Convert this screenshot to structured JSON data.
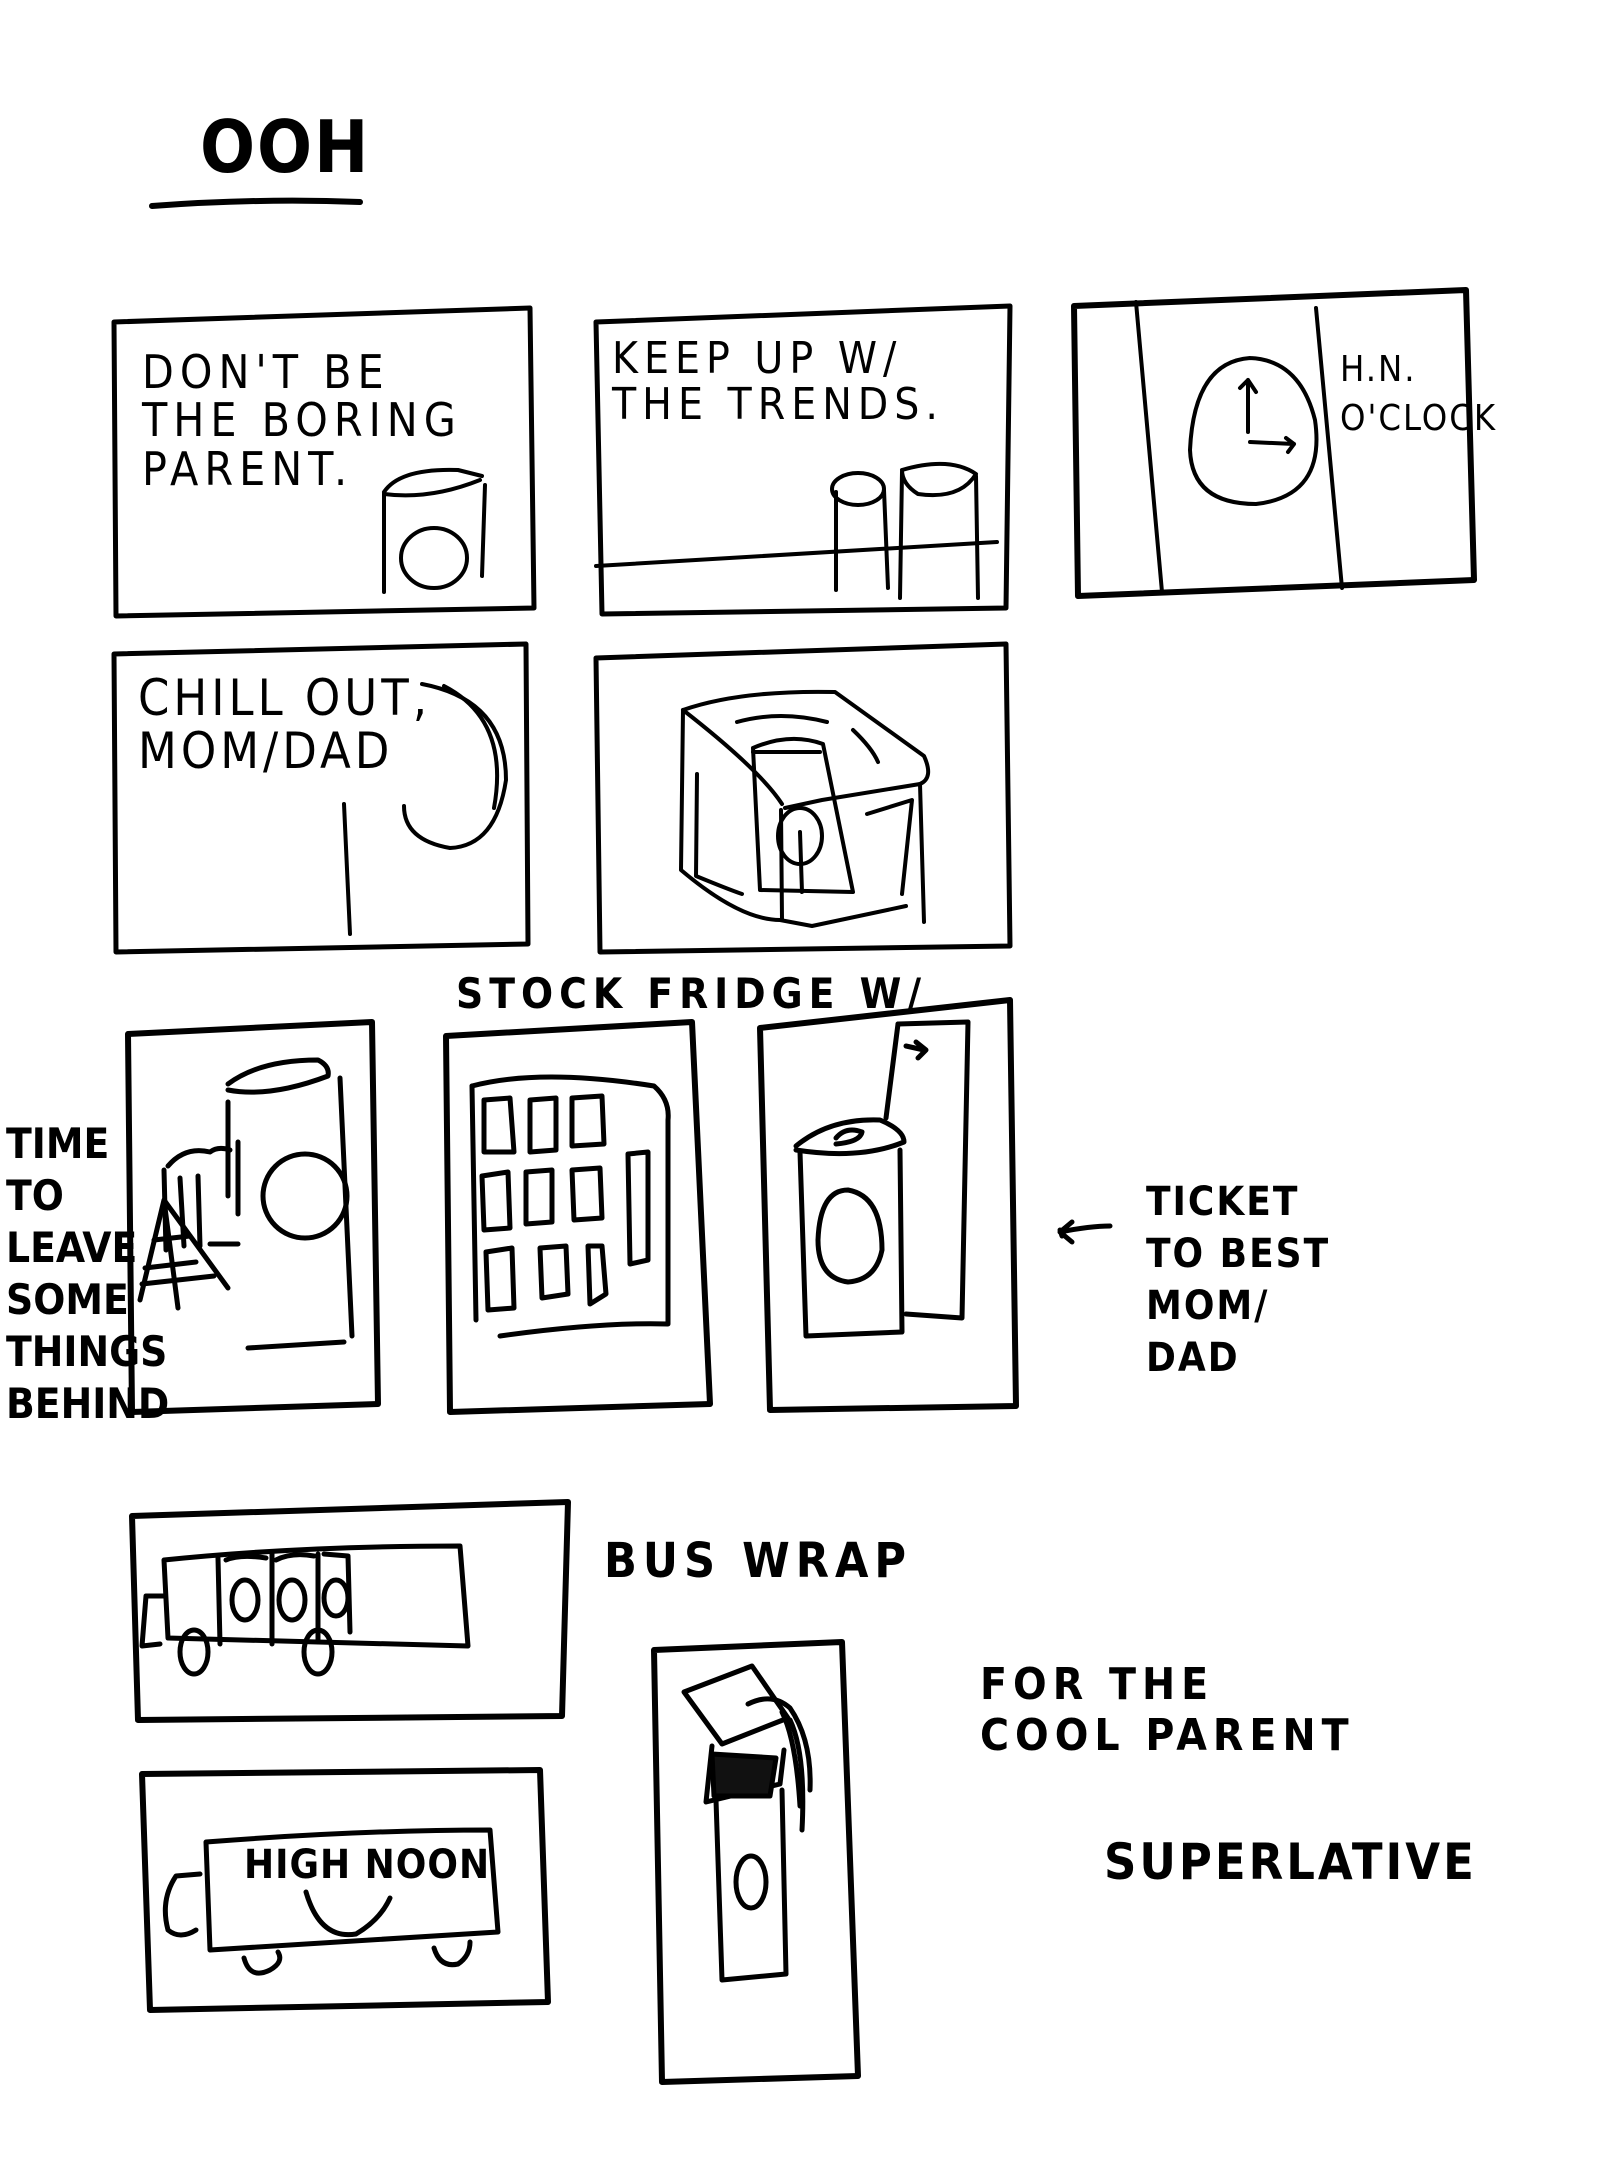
{
  "title": "OOH",
  "panels": {
    "p1": {
      "text": "DON'T BE\nTHE BORING\nPARENT.",
      "icon": "can-icon"
    },
    "p2": {
      "text": "KEEP UP W/\nTHE TRENDS.",
      "icon": "two-cans-on-table-icon"
    },
    "p3": {
      "text": "H.N.\nO'CLOCK",
      "icon": "clock-icon"
    },
    "p4": {
      "text": "CHILL OUT,\nMOM/DAD",
      "icon": "can-partial-icon"
    },
    "p5": {
      "text": "",
      "icon": "ice-cube-can-icon"
    },
    "p6": {
      "side_label": "TIME\nTO\nLEAVE\nSOME\nTHINGS\nBEHIND",
      "icon": "eiffel-tower-cans-icon"
    },
    "p7": {
      "header": "STOCK FRIDGE W/",
      "icon": "fridge-grid-icon"
    },
    "p8": {
      "side_label": "TICKET\nTO BEST\nMOM/\nDAD",
      "arrow": "←",
      "icon": "can-ticket-icon"
    },
    "p9": {
      "side_label": "BUS WRAP",
      "icon": "bus-cans-icon"
    },
    "p10": {
      "bus_text": "HIGH NOON",
      "icon": "bus-smile-icon"
    },
    "p11": {
      "side_label": "FOR THE\nCOOL PARENT",
      "sub_label": "SUPERLATIVE",
      "icon": "grad-cap-can-icon"
    }
  },
  "colors": {
    "ink": "#000000",
    "paper": "#ffffff"
  }
}
